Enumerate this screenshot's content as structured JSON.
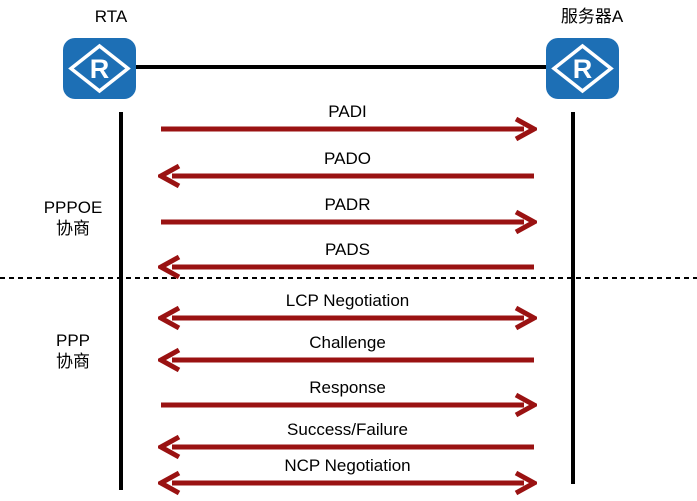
{
  "nodes": {
    "left": {
      "label": "RTA"
    },
    "right": {
      "label": "服务器A"
    }
  },
  "router_icon_letter": "R",
  "phases": [
    {
      "line1": "PPPOE",
      "line2": "协商"
    },
    {
      "line1": "PPP",
      "line2": "协商"
    }
  ],
  "messages": [
    {
      "label": "PADI",
      "direction": "right"
    },
    {
      "label": "PADO",
      "direction": "left"
    },
    {
      "label": "PADR",
      "direction": "right"
    },
    {
      "label": "PADS",
      "direction": "left"
    },
    {
      "label": "LCP Negotiation",
      "direction": "both"
    },
    {
      "label": "Challenge",
      "direction": "left"
    },
    {
      "label": "Response",
      "direction": "right"
    },
    {
      "label": "Success/Failure",
      "direction": "left"
    },
    {
      "label": "NCP Negotiation",
      "direction": "both"
    }
  ],
  "colors": {
    "arrow": "#9A1212",
    "node": "#1D6FB5",
    "line": "#000000"
  }
}
